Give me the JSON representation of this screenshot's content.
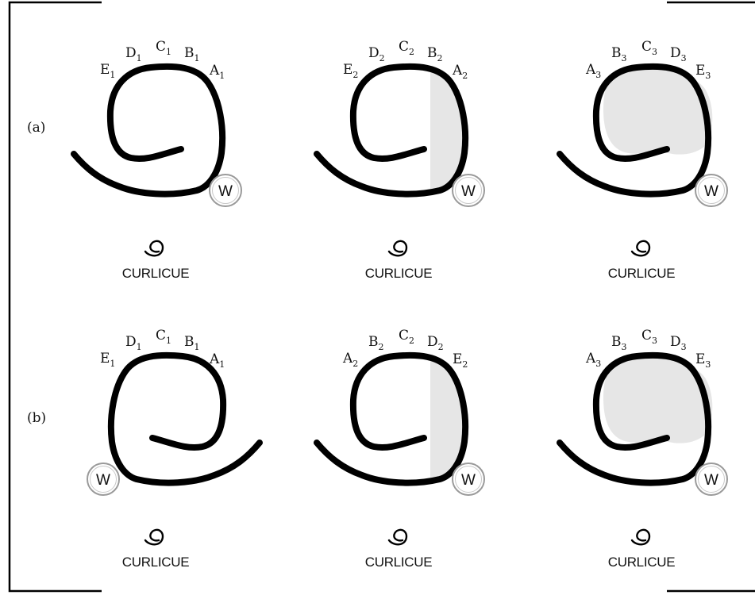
{
  "rows": [
    {
      "label": "(a)",
      "panels": [
        {
          "letters": [
            {
              "base": "E",
              "sub": "1"
            },
            {
              "base": "D",
              "sub": "1"
            },
            {
              "base": "C",
              "sub": "1"
            },
            {
              "base": "B",
              "sub": "1"
            },
            {
              "base": "A",
              "sub": "1"
            }
          ],
          "shading": "none",
          "mirrored": false,
          "w_position": "bottom-right",
          "w_label": "W",
          "caption": "CURLICUE"
        },
        {
          "letters": [
            {
              "base": "E",
              "sub": "2"
            },
            {
              "base": "D",
              "sub": "2"
            },
            {
              "base": "C",
              "sub": "2"
            },
            {
              "base": "B",
              "sub": "2"
            },
            {
              "base": "A",
              "sub": "2"
            }
          ],
          "shading": "right-strip",
          "mirrored": false,
          "w_position": "bottom-right",
          "w_label": "W",
          "caption": "CURLICUE"
        },
        {
          "letters": [
            {
              "base": "A",
              "sub": "3"
            },
            {
              "base": "B",
              "sub": "3"
            },
            {
              "base": "C",
              "sub": "3"
            },
            {
              "base": "D",
              "sub": "3"
            },
            {
              "base": "E",
              "sub": "3"
            }
          ],
          "shading": "full-loop",
          "mirrored": false,
          "w_position": "bottom-right",
          "w_label": "W",
          "caption": "CURLICUE"
        }
      ]
    },
    {
      "label": "(b)",
      "panels": [
        {
          "letters": [
            {
              "base": "E",
              "sub": "1"
            },
            {
              "base": "D",
              "sub": "1"
            },
            {
              "base": "C",
              "sub": "1"
            },
            {
              "base": "B",
              "sub": "1"
            },
            {
              "base": "A",
              "sub": "1"
            }
          ],
          "shading": "none",
          "mirrored": true,
          "w_position": "bottom-left",
          "w_label": "W",
          "caption": "CURLICUE"
        },
        {
          "letters": [
            {
              "base": "A",
              "sub": "2"
            },
            {
              "base": "B",
              "sub": "2"
            },
            {
              "base": "C",
              "sub": "2"
            },
            {
              "base": "D",
              "sub": "2"
            },
            {
              "base": "E",
              "sub": "2"
            }
          ],
          "shading": "right-strip",
          "mirrored": false,
          "w_position": "bottom-right",
          "w_label": "W",
          "caption": "CURLICUE"
        },
        {
          "letters": [
            {
              "base": "A",
              "sub": "3"
            },
            {
              "base": "B",
              "sub": "3"
            },
            {
              "base": "C",
              "sub": "3"
            },
            {
              "base": "D",
              "sub": "3"
            },
            {
              "base": "E",
              "sub": "3"
            }
          ],
          "shading": "full-loop",
          "mirrored": false,
          "w_position": "bottom-right",
          "w_label": "W",
          "caption": "CURLICUE"
        }
      ]
    }
  ],
  "colors": {
    "stroke": "#000000",
    "shade": "#e6e6e6",
    "badge_fill": "#ffffff",
    "badge_ring": "#9a9a9a"
  }
}
